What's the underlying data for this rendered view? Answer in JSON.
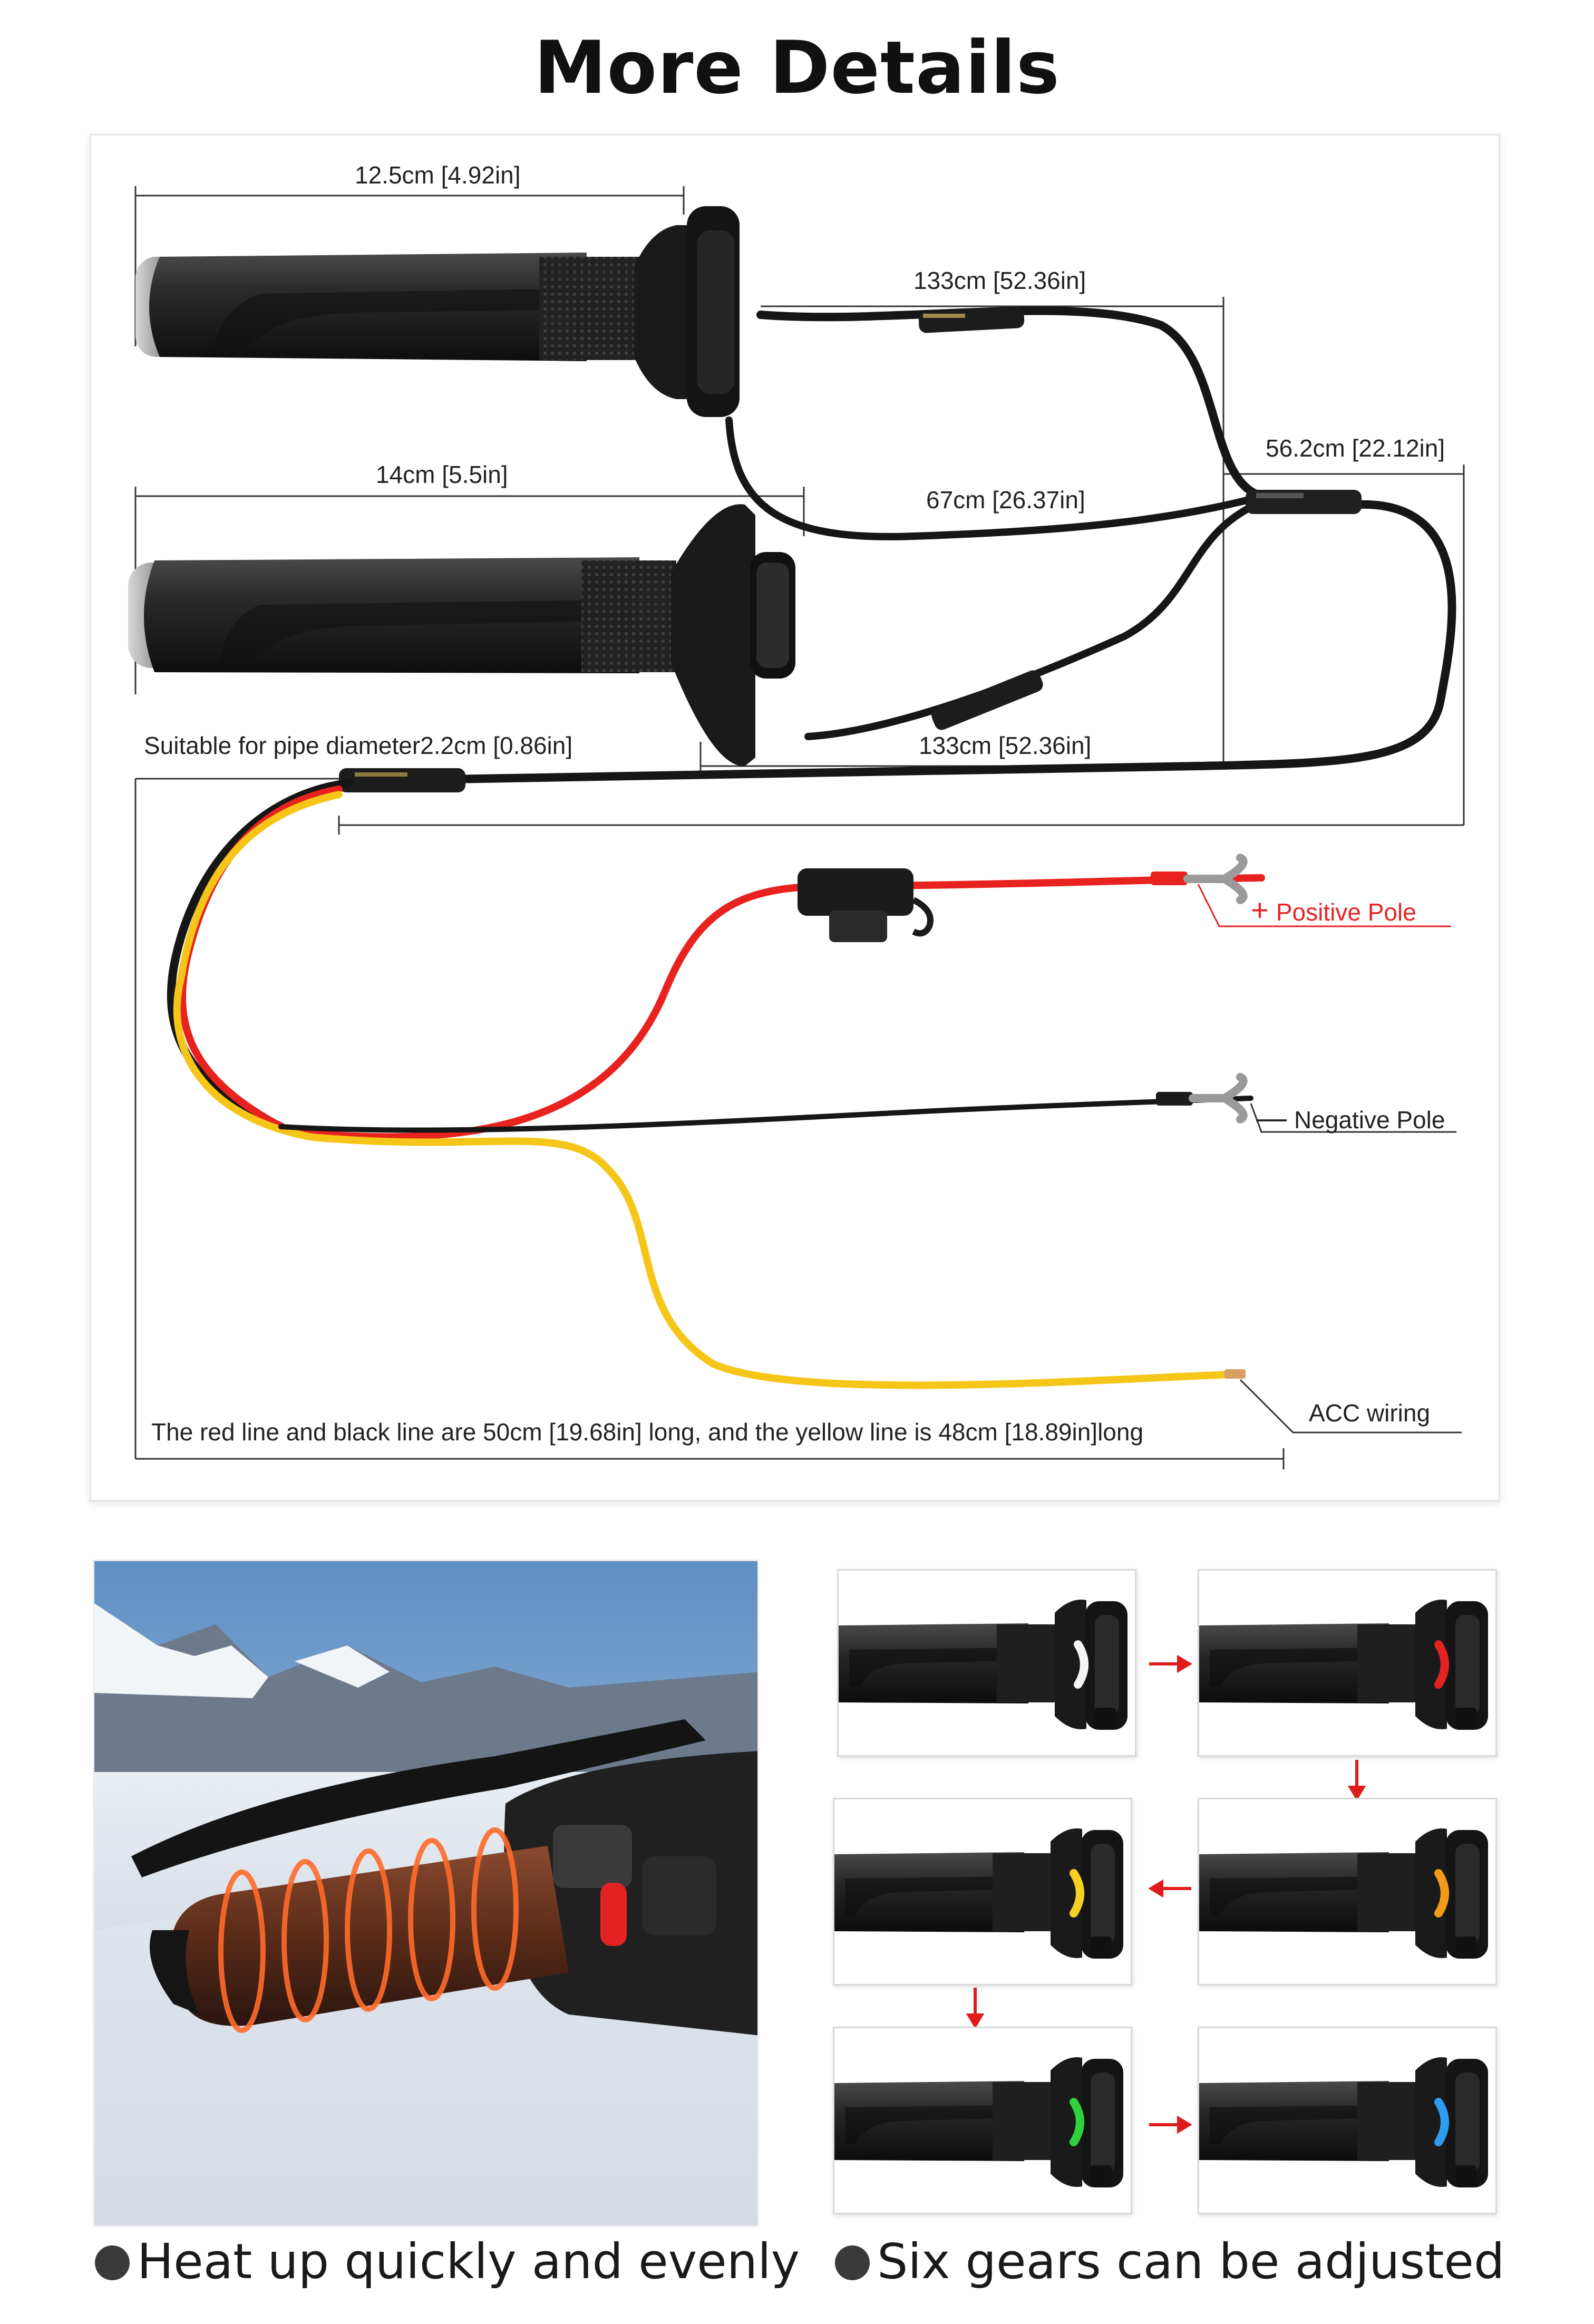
{
  "title": "More Details",
  "diagram": {
    "dimensions": {
      "grip_top_length": "12.5cm [4.92in]",
      "grip_bottom_length": "14cm [5.5in]",
      "cable_top": "133cm [52.36in]",
      "cable_main": "56.2cm [22.12in]",
      "cable_middle": "67cm [26.37in]",
      "cable_bottom": "133cm [52.36in]",
      "pipe_diameter": "Suitable for pipe diameter2.2cm [0.86in]",
      "lead_lengths": "The red line and black line are 50cm [19.68in] long, and the yellow line is 48cm [18.89in]long"
    },
    "terminals": {
      "positive": "Positive Pole",
      "positive_symbol": "+",
      "negative": "Negative Pole",
      "negative_symbol": "—",
      "acc": "ACC wiring"
    },
    "colors": {
      "red_wire": "#e8221e",
      "black_wire": "#1a1a1a",
      "yellow_wire": "#f5c518",
      "dim_line": "#333333",
      "callout_red": "#e52424"
    }
  },
  "features": {
    "heat_caption": "Heat up quickly and evenly",
    "gears_caption": "Six gears can be adjusted",
    "gear_colors": [
      "#f4f4f4",
      "#e32222",
      "#f5d020",
      "#f39a1b",
      "#2fd13c",
      "#2e9cf0"
    ],
    "arrow_color": "#e01b1b"
  }
}
